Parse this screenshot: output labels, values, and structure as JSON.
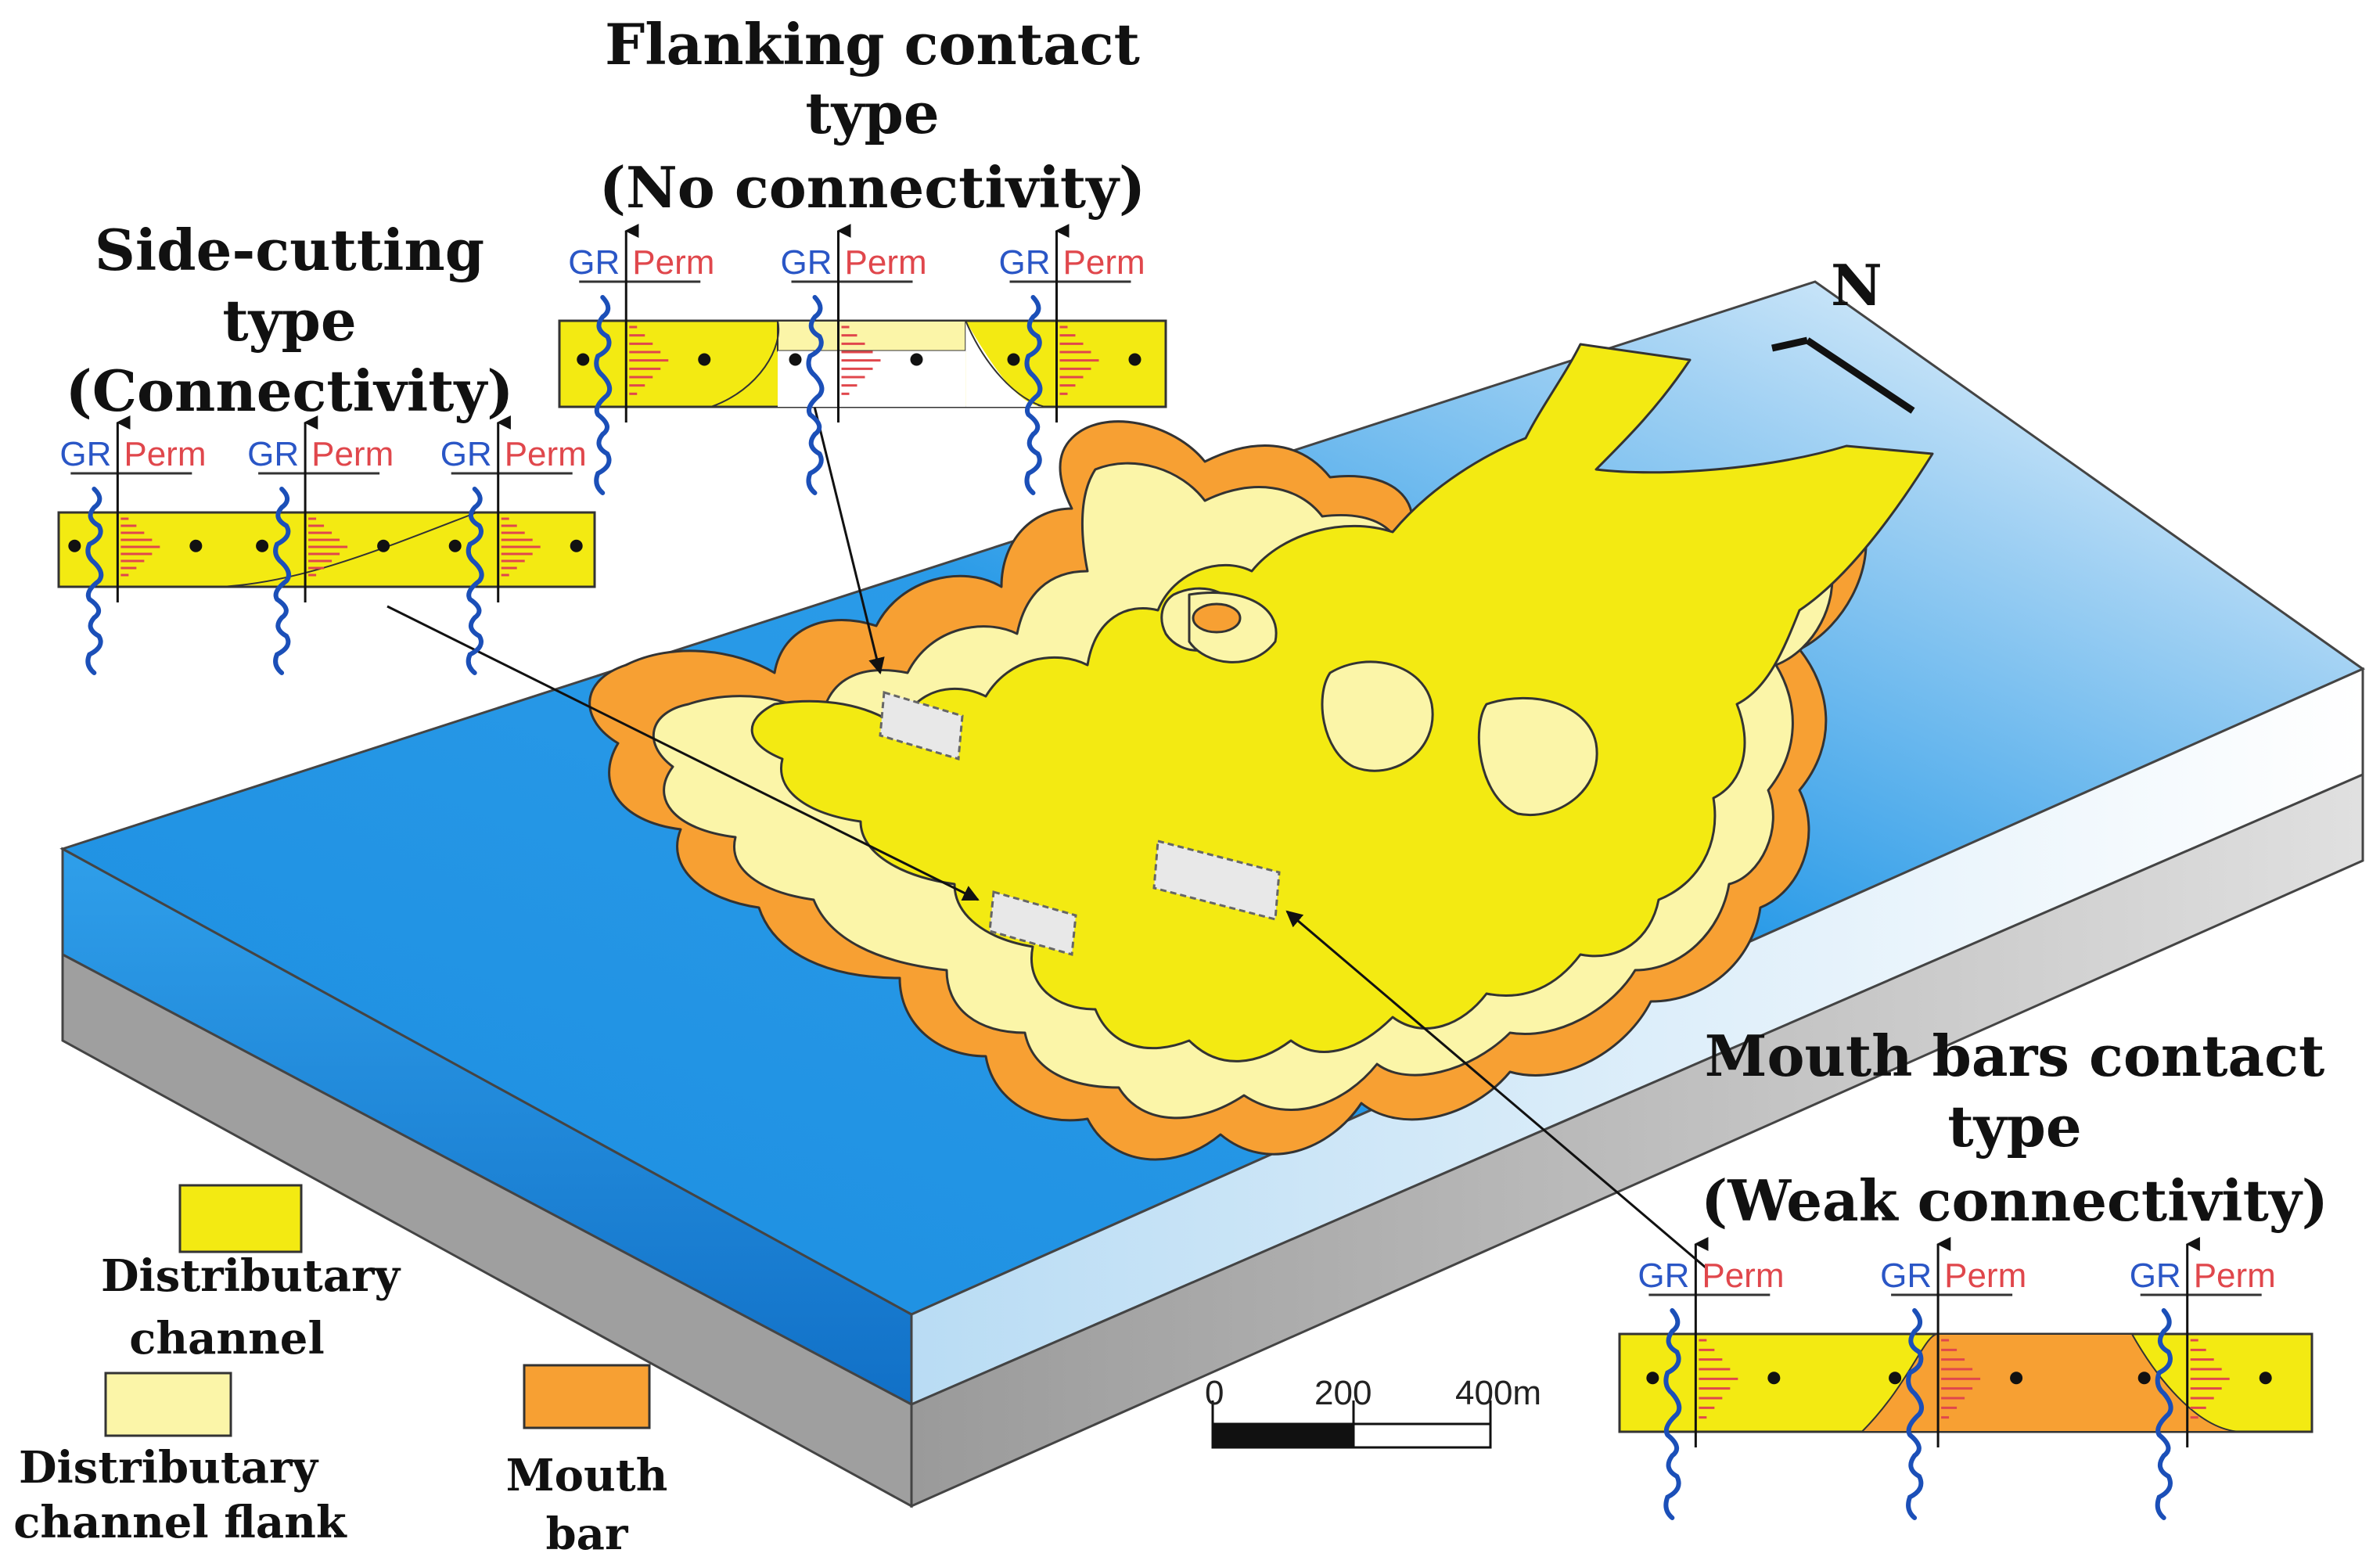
{
  "titles": {
    "flanking": [
      "Flanking contact",
      "type",
      "(No connectivity)"
    ],
    "side_cutting": [
      "Side-cutting",
      "type",
      "(Connectivity)"
    ],
    "mouth_bars": [
      "Mouth bars contact",
      "type",
      "(Weak connectivity)"
    ]
  },
  "log_labels": {
    "gr": "GR",
    "perm": "Perm"
  },
  "north": "N",
  "scale": {
    "zero": "0",
    "mid": "200",
    "end": "400m"
  },
  "legend": {
    "channel": [
      "Distributary",
      "channel"
    ],
    "flank": [
      "Distributary",
      "channel flank"
    ],
    "mouth": [
      "Mouth",
      "bar"
    ]
  },
  "colors": {
    "channel": "#f3ea12",
    "flank": "#fbf5a8",
    "mouth_bar": "#f7a033",
    "sea": "#1e8fe0",
    "side_grey": "#a4a4a4",
    "gr_curve": "#1b4fb8",
    "perm": "#e0474c"
  }
}
